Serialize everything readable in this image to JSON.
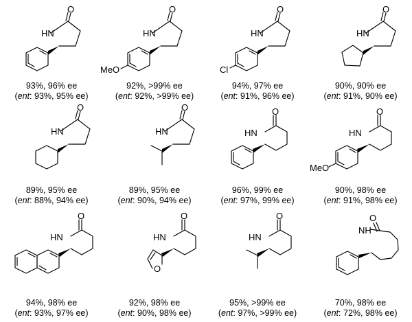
{
  "atoms": {
    "O": "O",
    "NH": "HN",
    "NH2": "NH",
    "MeO": "MeO",
    "Cl": "Cl"
  },
  "products": [
    {
      "id": "1",
      "result": "93%, 96% ee",
      "ent_label": "ent",
      "ent_result": ": 93%, 95% ee)"
    },
    {
      "id": "2",
      "result": "92%, >99% ee",
      "ent_label": "ent",
      "ent_result": ": 92%, >99% ee)"
    },
    {
      "id": "3",
      "result": "94%, 97% ee",
      "ent_label": "ent",
      "ent_result": ": 91%, 96% ee)"
    },
    {
      "id": "4",
      "result": "90%, 90% ee",
      "ent_label": "ent",
      "ent_result": ": 91%, 90% ee)"
    },
    {
      "id": "5",
      "result": "89%, 95% ee",
      "ent_label": "ent",
      "ent_result": ": 88%, 94% ee)"
    },
    {
      "id": "6",
      "result": "89%, 95% ee",
      "ent_label": "ent",
      "ent_result": ": 90%, 94% ee)"
    },
    {
      "id": "7",
      "result": "96%, 99% ee",
      "ent_label": "ent",
      "ent_result": ": 97%, 99% ee)"
    },
    {
      "id": "8",
      "result": "90%, 98% ee",
      "ent_label": "ent",
      "ent_result": ": 91%, 98% ee)"
    },
    {
      "id": "9",
      "result": "94%, 98% ee",
      "ent_label": "ent",
      "ent_result": ": 93%, 97% ee)"
    },
    {
      "id": "10",
      "result": "92%, 98% ee",
      "ent_label": "ent",
      "ent_result": ": 90%, 98% ee)"
    },
    {
      "id": "11",
      "result": "95%, >99% ee",
      "ent_label": "ent",
      "ent_result": ": 97%, >99% ee)"
    },
    {
      "id": "12",
      "result": "70%, 98% ee",
      "ent_label": "ent",
      "ent_result": ": 72%, 98% ee)"
    }
  ]
}
